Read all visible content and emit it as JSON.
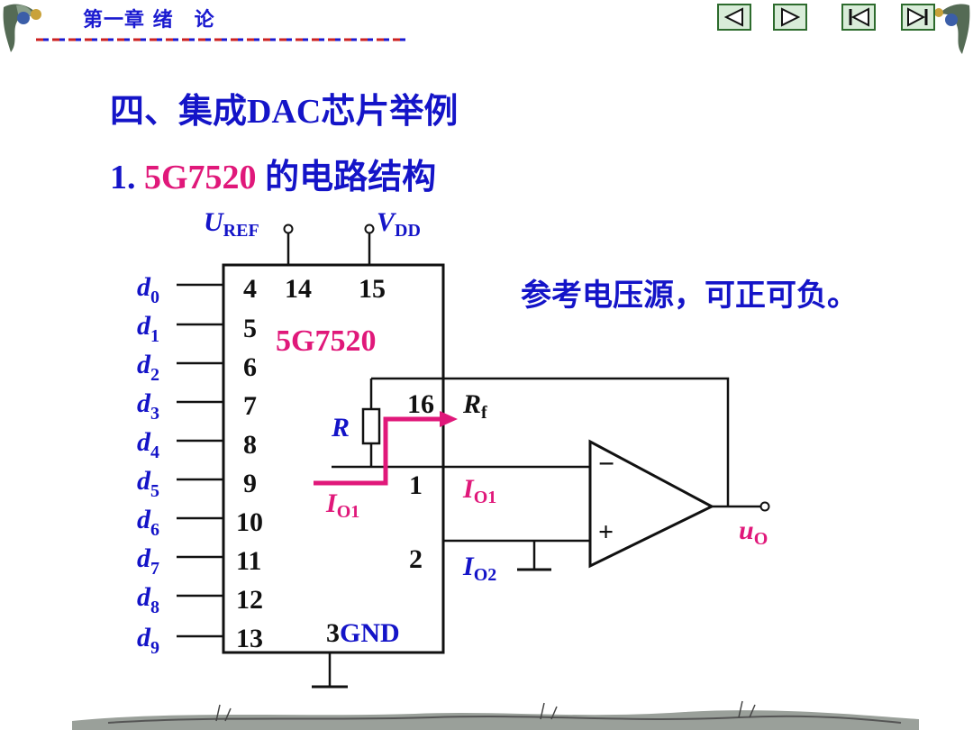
{
  "header": {
    "chapter_title": "第一章 绪　论",
    "nav": [
      {
        "name": "prev",
        "icon": "triangle-left-icon"
      },
      {
        "name": "next",
        "icon": "triangle-right-icon"
      },
      {
        "name": "first",
        "icon": "first-page-icon"
      },
      {
        "name": "last",
        "icon": "last-page-icon"
      }
    ]
  },
  "heading": "四、集成DAC芯片举例",
  "subheading": {
    "number": "1.",
    "chip": "5G7520",
    "text": "的电路结构"
  },
  "note": "参考电压源，可正可负。",
  "colors": {
    "blue": "#1414c8",
    "pink": "#e0187a",
    "nav_green": "#2d6b2d"
  },
  "diagram": {
    "uref": {
      "main": "U",
      "sub": "REF"
    },
    "vdd": {
      "main": "V",
      "sub": "DD"
    },
    "chip_label": "5G7520",
    "top_pins": [
      "4",
      "14",
      "15"
    ],
    "left_pins": [
      "5",
      "6",
      "7",
      "8",
      "9",
      "10",
      "11",
      "12",
      "13"
    ],
    "right_pins": {
      "p16": "16",
      "p1": "1",
      "p2": "2"
    },
    "gnd_label": {
      "pin": "3",
      "text": "GND"
    },
    "inputs": [
      {
        "main": "d",
        "sub": "0"
      },
      {
        "main": "d",
        "sub": "1"
      },
      {
        "main": "d",
        "sub": "2"
      },
      {
        "main": "d",
        "sub": "3"
      },
      {
        "main": "d",
        "sub": "4"
      },
      {
        "main": "d",
        "sub": "5"
      },
      {
        "main": "d",
        "sub": "6"
      },
      {
        "main": "d",
        "sub": "7"
      },
      {
        "main": "d",
        "sub": "8"
      },
      {
        "main": "d",
        "sub": "9"
      }
    ],
    "resistor_r": "R",
    "rf": {
      "main": "R",
      "sub": "f"
    },
    "io1_inner": {
      "main": "I",
      "sub": "O1"
    },
    "io1_outer": {
      "main": "I",
      "sub": "O1"
    },
    "io2": {
      "main": "I",
      "sub": "O2"
    },
    "opamp": {
      "minus": "−",
      "plus": "+"
    },
    "output": {
      "main": "u",
      "sub": "O"
    }
  }
}
